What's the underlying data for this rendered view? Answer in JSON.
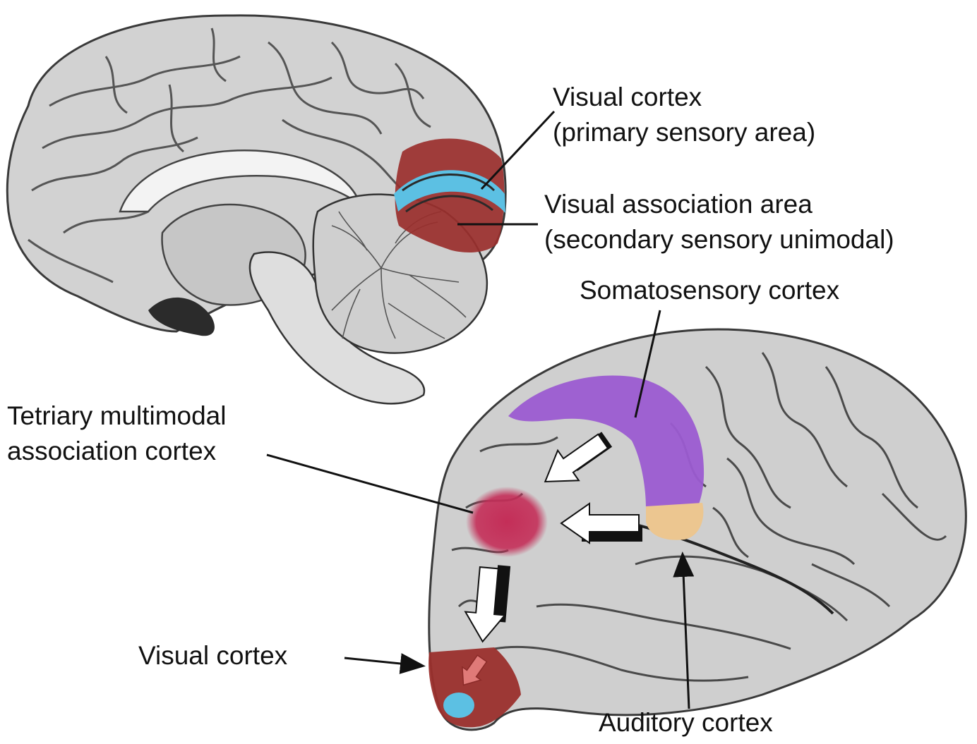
{
  "labels": {
    "visual_cortex_top": {
      "line1": "Visual cortex",
      "line2": "(primary sensory area)"
    },
    "visual_association": {
      "line1": "Visual association area",
      "line2": "(secondary sensory unimodal)"
    },
    "somatosensory": "Somatosensory cortex",
    "tertiary": {
      "line1": "Tetriary multimodal",
      "line2": "association cortex"
    },
    "visual_cortex_bottom": "Visual cortex",
    "auditory": "Auditory cortex"
  },
  "colors": {
    "brain_gray": "#cfcfcf",
    "sulcus_dark": "#4a4a4a",
    "visual_red": "#9a2f2c",
    "association_blue": "#5cc0e3",
    "somatosensory_purple": "#9b5bd1",
    "multimodal_pink": "#c42e58",
    "auditory_tan": "#ecc690",
    "arrow_white": "#ffffff"
  }
}
